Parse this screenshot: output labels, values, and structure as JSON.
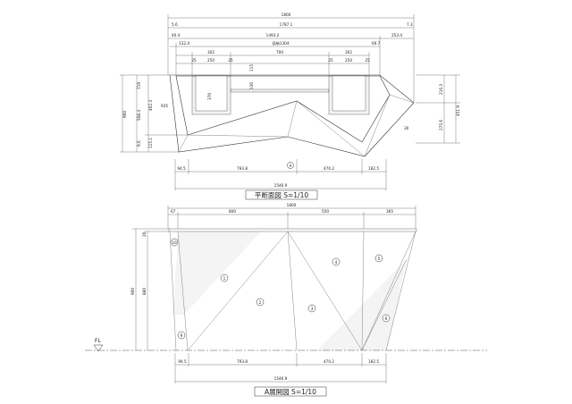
{
  "plan": {
    "title": "平断面図 S=1/10",
    "top_dims": {
      "total": "1800",
      "r1_left": "5.6",
      "r1_mid": "1787.1",
      "r1_right": "7.3",
      "r2_left": "40.4",
      "r2_mid": "1493.2",
      "r2_right": "253.4",
      "r3_left": "132.4",
      "r3_mid": "収納1304",
      "r3_right": "69.7",
      "r4_a": "302",
      "r4_b": "700",
      "r4_c": "302",
      "r5_a": "25",
      "r5_b": "250",
      "r5_c": "25",
      "r5_d": "25",
      "r5_e": "250",
      "r5_f": "25"
    },
    "inner_dims": {
      "shelf_gap": "115",
      "shelf_depth": "130",
      "box_depth": "370",
      "slant": "935"
    },
    "left_dims": {
      "total": "900",
      "a": "719",
      "b": "508.4",
      "c": "462.3",
      "d": "9.6",
      "e": "115.1"
    },
    "right_dims": {
      "a": "216.3",
      "b": "451.9",
      "c": "275.6",
      "angle": "30"
    },
    "bottom_dims": {
      "a": "94.5",
      "b": "793.8",
      "c": "470.2",
      "d": "182.5",
      "total": "1546.9"
    },
    "view_marker": "A"
  },
  "elevation": {
    "title": "A展開図 S=1/10",
    "top_dims": {
      "total": "1800",
      "a": "67",
      "b": "800",
      "c": "550",
      "d": "365"
    },
    "left_dims": {
      "total": "900",
      "body": "880",
      "top": "20"
    },
    "bottom_dims": {
      "a": "94.5",
      "b": "793.8",
      "c": "470.2",
      "d": "182.5",
      "total": "1546.9"
    },
    "floor_label": "FL",
    "panels": [
      "1",
      "2",
      "3",
      "4",
      "5",
      "6",
      "9",
      "10"
    ]
  }
}
